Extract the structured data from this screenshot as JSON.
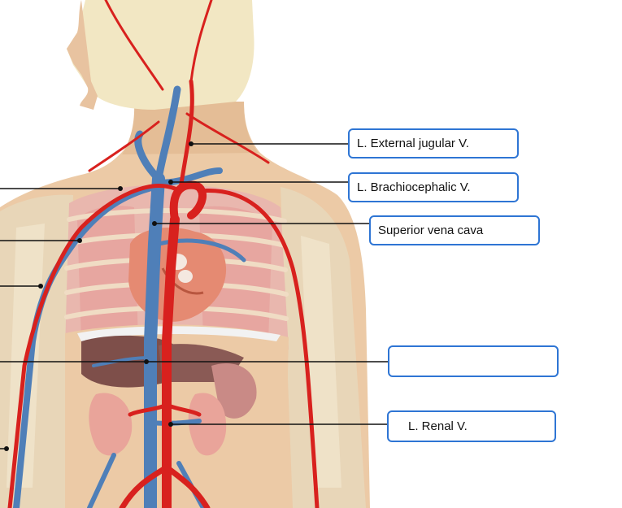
{
  "labels": {
    "external_jugular": "L. External jugular V.",
    "brachiocephalic": "L. Brachiocephalic V.",
    "superior_vena_cava": "Superior vena cava",
    "blank": "",
    "renal": "L. Renal V."
  },
  "colors": {
    "label_border": "#2e75d4",
    "vein_blue": "#4f7fb8",
    "artery_red": "#d8211e",
    "skin": "#eccaa6",
    "skull": "#f2e7c3",
    "heart": "#e58a72",
    "lung": "#e7a6a0",
    "liver": "#8a5a55",
    "kidney": "#e9a49a",
    "bone": "#efe2c8"
  }
}
